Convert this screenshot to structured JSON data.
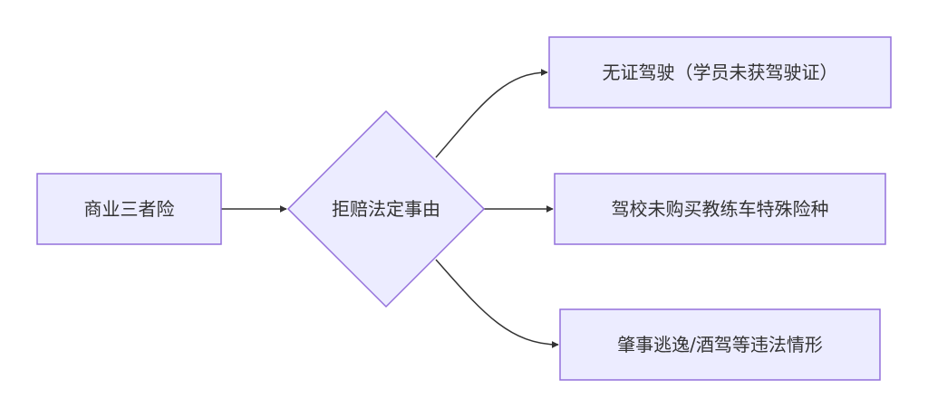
{
  "diagram": {
    "source_node": {
      "label": "商业三者险"
    },
    "decision_node": {
      "label": "拒赔法定事由"
    },
    "outcomes": [
      {
        "label": "无证驾驶（学员未获驾驶证）"
      },
      {
        "label": "驾校未购买教练车特殊险种"
      },
      {
        "label": "肇事逃逸/酒驾等违法情形"
      }
    ]
  },
  "colors": {
    "node_fill": "#ECECFF",
    "node_stroke": "#9370DB",
    "edge": "#333333",
    "text": "#333333",
    "background": "#FFFFFF"
  }
}
